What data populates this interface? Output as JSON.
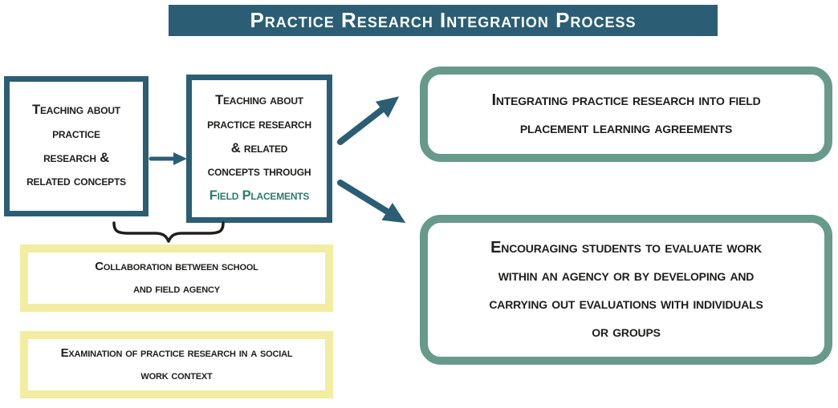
{
  "title": {
    "text": "Practice Research Integration Process"
  },
  "colors": {
    "banner_bg": "#2b5e74",
    "box_border": "#2b5e74",
    "arrow": "#2b5e74",
    "outcome_border": "#689a8b",
    "foundation_border": "#f2eda1",
    "accent_text": "#2e7a6d",
    "ink": "#1f1e1c",
    "bg": "#ffffff"
  },
  "flow": {
    "box1": {
      "lines": [
        "Teaching about",
        "practice",
        "research &",
        "related concepts"
      ]
    },
    "box2": {
      "lines": [
        "Teaching about",
        "practice research",
        "& related",
        "concepts through"
      ],
      "accent_line": "Field Placements"
    }
  },
  "outcomes": {
    "top": {
      "lines": [
        "Integrating practice research into field",
        "placement learning agreements"
      ]
    },
    "bottom": {
      "lines": [
        "Encouraging students to evaluate work",
        "within an agency or by developing and",
        "carrying out evaluations with individuals",
        "or groups"
      ]
    }
  },
  "foundations": {
    "top": {
      "lines": [
        "Collaboration between school",
        "and field agency"
      ]
    },
    "bottom": {
      "lines": [
        "Examination of practice research in a social",
        "work context"
      ]
    }
  }
}
